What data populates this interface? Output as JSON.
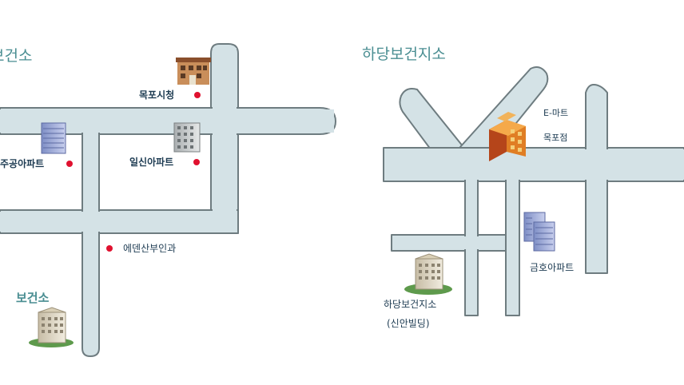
{
  "left_map": {
    "title": "보건소",
    "labels": {
      "city_hall": "목포시청",
      "jugong_apt": "주공아파트",
      "ilsin_apt": "일신아파트",
      "clinic": "에덴산부인과",
      "health_center": "보건소"
    }
  },
  "right_map": {
    "title": "하당보건지소",
    "labels": {
      "emart_line1": "E-마트",
      "emart_line2": "목포점",
      "geumho_apt": "금호아파트",
      "branch_line1": "하당보건지소",
      "branch_line2": "(신안빌딩)"
    }
  },
  "colors": {
    "road_fill": "#d4e2e6",
    "road_stroke": "#6e7c80",
    "title": "#4a8e92",
    "marker": "#e0112f",
    "label": "#1d3b52"
  }
}
